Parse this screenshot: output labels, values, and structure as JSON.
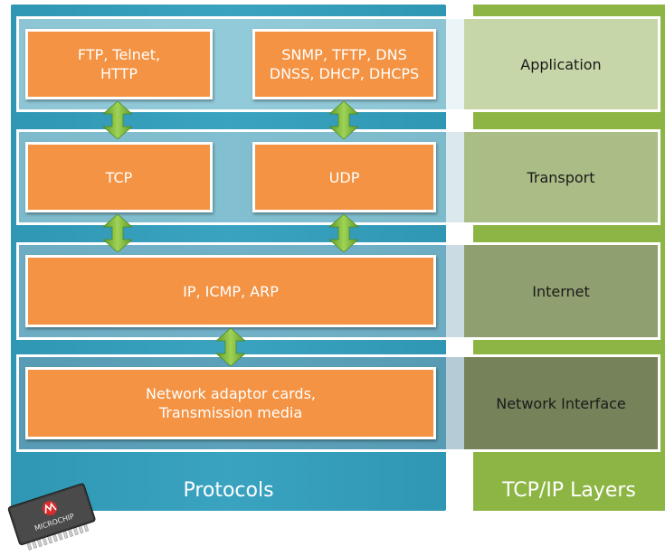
{
  "columns": {
    "protocols_label": "Protocols",
    "layers_label": "TCP/IP Layers"
  },
  "layers": [
    {
      "label": "Application"
    },
    {
      "label": "Transport"
    },
    {
      "label": "Internet"
    },
    {
      "label": "Network Interface"
    }
  ],
  "protocols": {
    "application_left": "FTP, Telnet,\nHTTP",
    "application_right": "SNMP, TFTP, DNS\nDNSS, DHCP, DHCPS",
    "transport_left": "TCP",
    "transport_right": "UDP",
    "internet": "IP, ICMP, ARP",
    "network_interface": "Network adaptor cards,\nTransmission media"
  },
  "logo": {
    "text": "MICROCHIP"
  },
  "colors": {
    "protocols_column": "#3aa3bf",
    "layers_column": "#8db544",
    "protocol_box": "#f39343",
    "arrow": "#8cc63f"
  }
}
